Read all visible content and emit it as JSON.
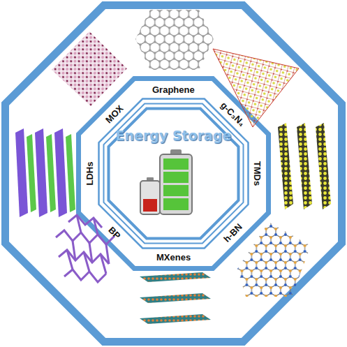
{
  "diagram": {
    "nodes": [
      {
        "text": [
          "Energy Storage"
        ]
      }
    ],
    "labels": [
      "Graphene",
      "MOX",
      "g-C₃N₄",
      "LDHs",
      "TMDs",
      "BP",
      "h-BN",
      "MXenes"
    ]
  }
}
